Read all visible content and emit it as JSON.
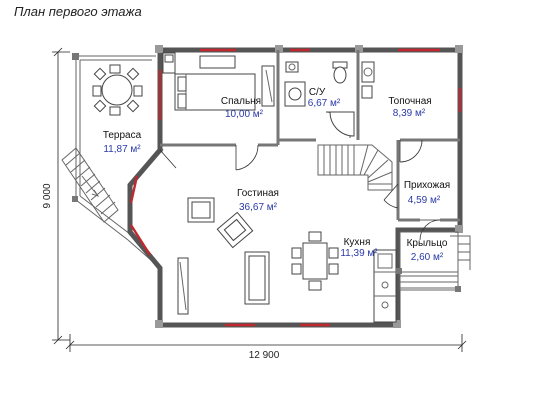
{
  "plan": {
    "title": "План первого этажа",
    "dimensions": {
      "width": "12 900",
      "height": "9 000"
    },
    "rooms": [
      {
        "id": "bedroom",
        "name": "Спальня",
        "area": "10,00 м²"
      },
      {
        "id": "bathroom",
        "name": "С/У",
        "area": "6,67 м²"
      },
      {
        "id": "boiler",
        "name": "Топочная",
        "area": "8,39 м²"
      },
      {
        "id": "terrace",
        "name": "Терраса",
        "area": "11,87 м²"
      },
      {
        "id": "living",
        "name": "Гостиная",
        "area": "36,67 м²"
      },
      {
        "id": "hall",
        "name": "Прихожая",
        "area": "4,59 м²"
      },
      {
        "id": "kitchen",
        "name": "Кухня",
        "area": "11,39 м²"
      },
      {
        "id": "porch",
        "name": "Крыльцо",
        "area": "2,60 м²"
      }
    ]
  }
}
